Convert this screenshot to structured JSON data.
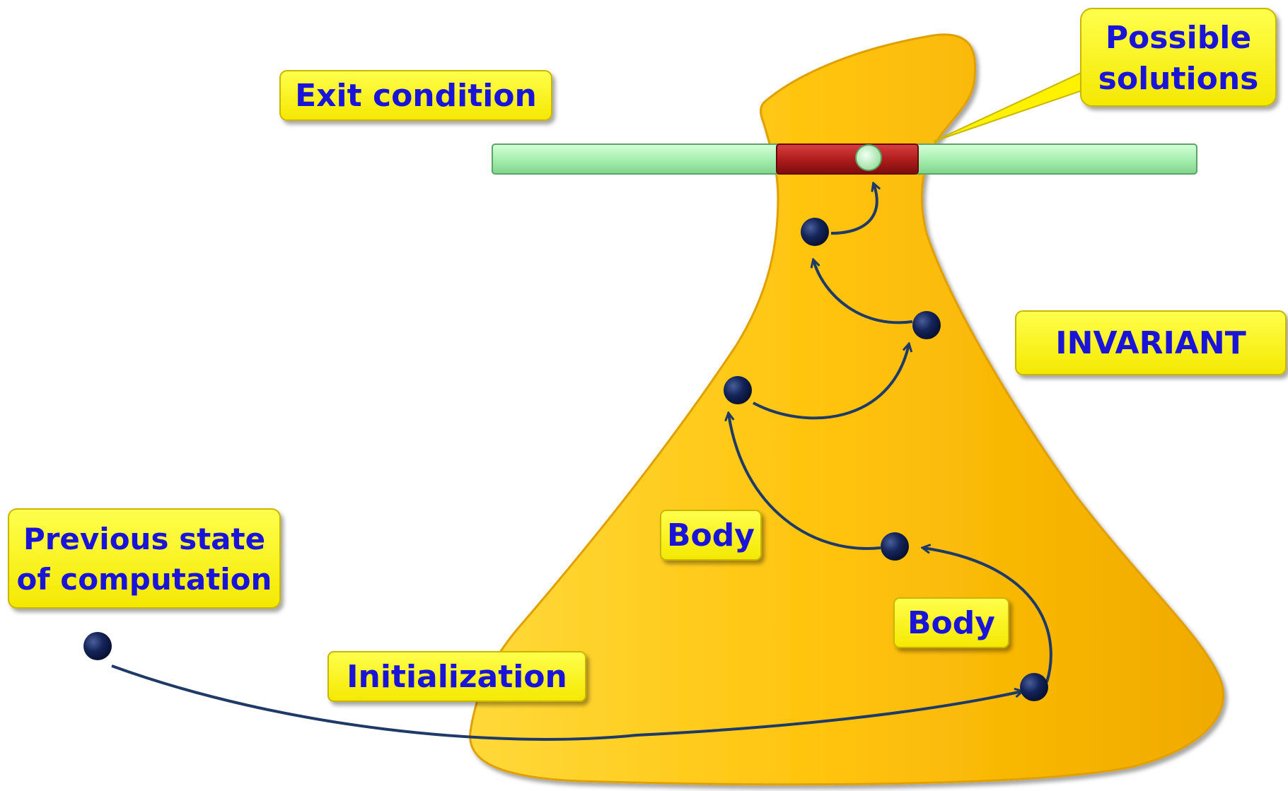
{
  "labels": {
    "exit_condition": "Exit condition",
    "possible_solutions_line1": "Possible",
    "possible_solutions_line2": "solutions",
    "invariant": "INVARIANT",
    "previous_state_line1": "Previous state",
    "previous_state_line2": "of computation",
    "body_upper": "Body",
    "body_lower": "Body",
    "initialization": "Initialization"
  },
  "colors": {
    "flask_fill": "#ffc20a",
    "label_fill": "#ffff00",
    "label_text": "#1a14d9",
    "exit_bar": "#a8efb1",
    "solution_region": "#b11d1d",
    "state_point": "#0f1e4d",
    "arrow": "#1f3a66"
  }
}
